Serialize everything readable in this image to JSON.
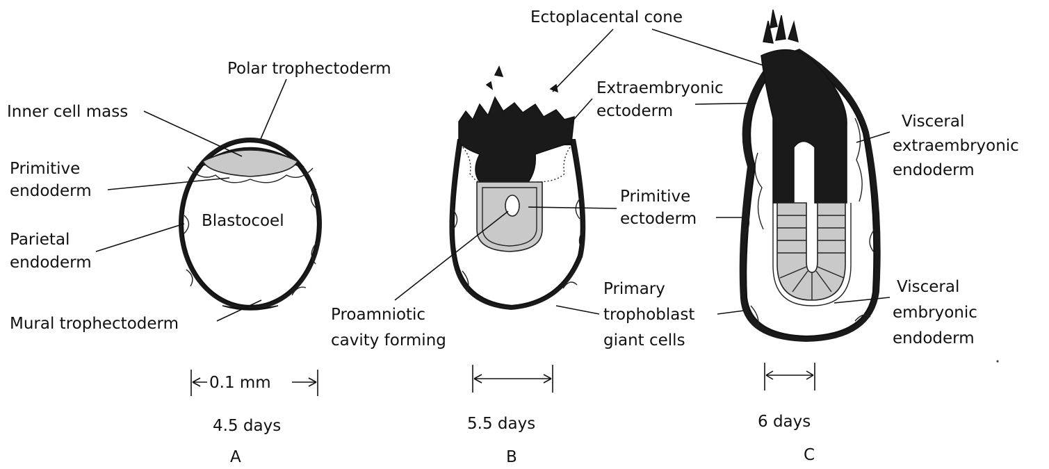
{
  "panels": {
    "a": {
      "stage": "4.5 days",
      "letter": "A",
      "scale": "0.1 mm",
      "labels": {
        "polar_trophectoderm": "Polar trophectoderm",
        "inner_cell_mass": "Inner cell mass",
        "primitive_endoderm_1": "Primitive",
        "primitive_endoderm_2": "endoderm",
        "blastocoel": "Blastocoel",
        "parietal_endoderm_1": "Parietal",
        "parietal_endoderm_2": "endoderm",
        "mural_trophectoderm": "Mural trophectoderm"
      }
    },
    "b": {
      "stage": "5.5 days",
      "letter": "B",
      "labels": {
        "ectoplacental_cone": "Ectoplacental cone",
        "extraembryonic_ectoderm_1": "Extraembryonic",
        "extraembryonic_ectoderm_2": "ectoderm",
        "primitive_ectoderm_1": "Primitive",
        "primitive_ectoderm_2": "ectoderm",
        "primary_trophoblast_1": "Primary",
        "primary_trophoblast_2": "trophoblast",
        "primary_trophoblast_3": "giant cells",
        "proamniotic_1": "Proamniotic",
        "proamniotic_2": "cavity forming"
      }
    },
    "c": {
      "stage": "6 days",
      "letter": "C",
      "labels": {
        "visceral_extra_1": "Visceral",
        "visceral_extra_2": "extraembryonic",
        "visceral_extra_3": "endoderm",
        "visceral_emb_1": "Visceral",
        "visceral_emb_2": "embryonic",
        "visceral_emb_3": "endoderm"
      }
    }
  }
}
